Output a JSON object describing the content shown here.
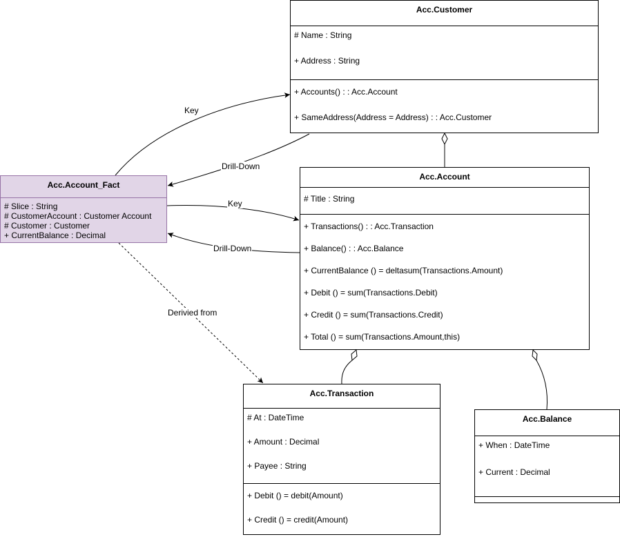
{
  "classes": {
    "customer": {
      "title": "Acc.Customer",
      "attributes": [
        "# Name : String",
        "+ Address : String"
      ],
      "operations": [
        "+ Accounts() : : Acc.Account",
        "+ SameAddress(Address = Address) : : Acc.Customer"
      ]
    },
    "account_fact": {
      "title": "Acc.Account_Fact",
      "attributes": [
        "# Slice : String",
        "# CustomerAccount : Customer Account",
        "# Customer : Customer",
        "+ CurrentBalance : Decimal"
      ],
      "fill": "#e1d5e7",
      "stroke": "#9673a6"
    },
    "account": {
      "title": "Acc.Account",
      "attributes": [
        "# Title : String"
      ],
      "operations": [
        "+ Transactions() : : Acc.Transaction",
        "+ Balance() : : Acc.Balance",
        "+ CurrentBalance () = deltasum(Transactions.Amount)",
        "+ Debit () = sum(Transactions.Debit)",
        "+ Credit () = sum(Transactions.Credit)",
        "+ Total () = sum(Transactions.Amount,this)"
      ]
    },
    "transaction": {
      "title": "Acc.Transaction",
      "attributes": [
        "# At : DateTime",
        "+ Amount : Decimal",
        "+ Payee : String"
      ],
      "operations": [
        "+ Debit () = debit(Amount)",
        "+ Credit () = credit(Amount)"
      ]
    },
    "balance": {
      "title": "Acc.Balance",
      "attributes": [
        "+ When : DateTime",
        "+ Current : Decimal"
      ],
      "operations": []
    }
  },
  "edges": {
    "key_to_customer": "Key",
    "drilldown_from_customer": "Drill-Down",
    "key_to_account": "Key",
    "drilldown_from_account": "Drill-Down",
    "derived_from": "Derivied from"
  }
}
